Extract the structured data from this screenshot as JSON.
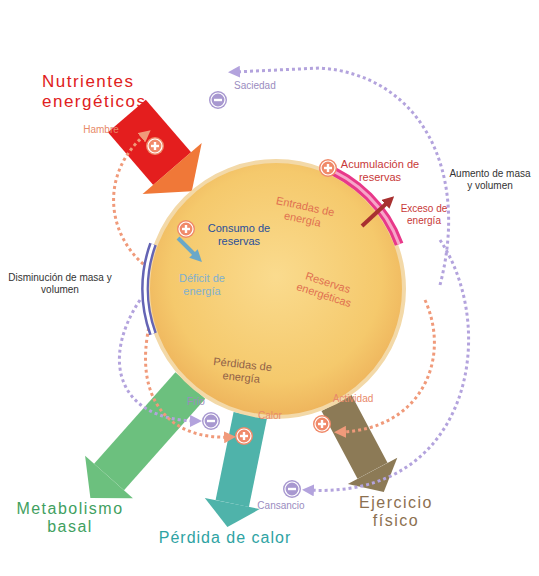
{
  "diagram": {
    "nodes": [
      {
        "text": [
          "Nutrientes energéticos"
        ]
      },
      {
        "text": [
          "Entradas de energía",
          "Reservas energéticas",
          "Pérdidas de energía"
        ]
      },
      {
        "text": [
          "Metabolismo basal"
        ]
      },
      {
        "text": [
          "Pérdida de calor"
        ]
      },
      {
        "text": [
          "Ejercicio físico"
        ]
      }
    ],
    "edges": [
      {
        "from": 0,
        "to": 1,
        "arrow": "to"
      },
      {
        "from": 1,
        "to": 2,
        "arrow": "to"
      },
      {
        "from": 1,
        "to": 3,
        "arrow": "to"
      },
      {
        "from": 1,
        "to": 4,
        "arrow": "to"
      }
    ],
    "labels": [
      "Saciedad",
      "Hambre",
      "Acumulación de reservas",
      "Aumento de masa y volumen",
      "Exceso de energía",
      "Consumo de reservas",
      "Déficit de energía",
      "Disminución de masa y volumen",
      "Frío",
      "Calor",
      "Actividad",
      "Cansancio"
    ]
  }
}
